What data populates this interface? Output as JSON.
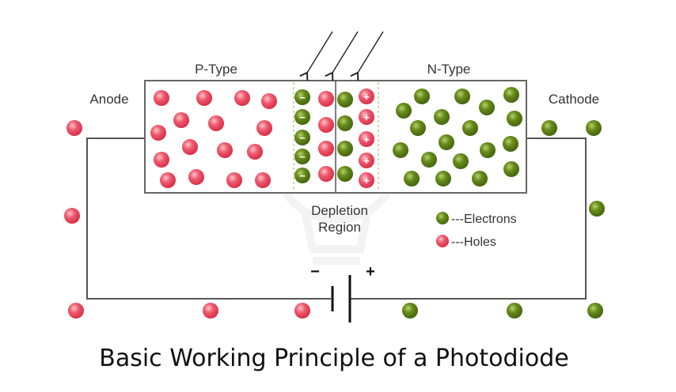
{
  "diagram": {
    "caption": "Basic Working Principle of a Photodiode",
    "labels": {
      "p_type": "P-Type",
      "n_type": "N-Type",
      "anode": "Anode",
      "cathode": "Cathode",
      "depletion_line1": "Depletion",
      "depletion_line2": "Region"
    },
    "legend": {
      "electrons": "---Electrons",
      "holes": "---Holes"
    },
    "battery": {
      "negative": "−",
      "positive": "+"
    },
    "symbols": {
      "minus": "−",
      "plus": "+"
    },
    "colors": {
      "hole": "#e8425a",
      "electron": "#5b7d12",
      "wire": "#555555"
    },
    "icons": {
      "light": "incident-light-arrows-icon",
      "watermark": "lightbulb-watermark-icon"
    }
  }
}
